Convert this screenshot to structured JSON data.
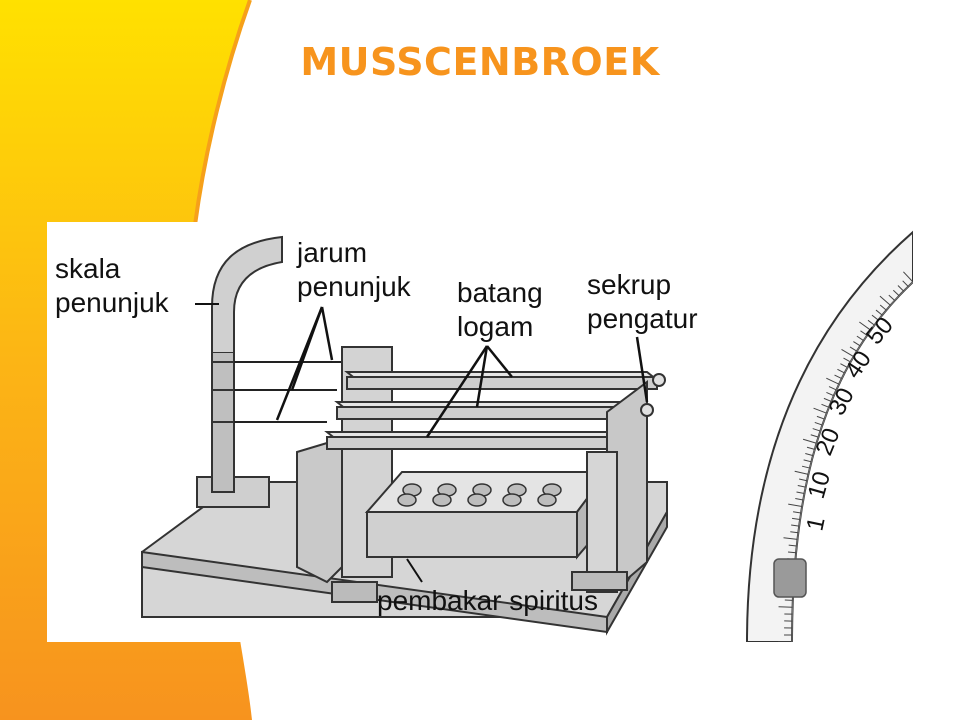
{
  "slide": {
    "title": "MUSSCENBROEK",
    "title_color": "#f7941d",
    "accent_gradient": [
      "#ffd700",
      "#fbb017",
      "#f7941d"
    ]
  },
  "diagram": {
    "labels": {
      "skala_line1": "skala",
      "skala_line2": "penunjuk",
      "jarum_line1": "jarum",
      "jarum_line2": "penunjuk",
      "batang_line1": "batang",
      "batang_line2": "logam",
      "sekrup_line1": "sekrup",
      "sekrup_line2": "pengatur",
      "pembakar": "pembakar spiritus"
    },
    "dial_scale": [
      "1",
      "10",
      "20",
      "30",
      "40",
      "50"
    ]
  }
}
